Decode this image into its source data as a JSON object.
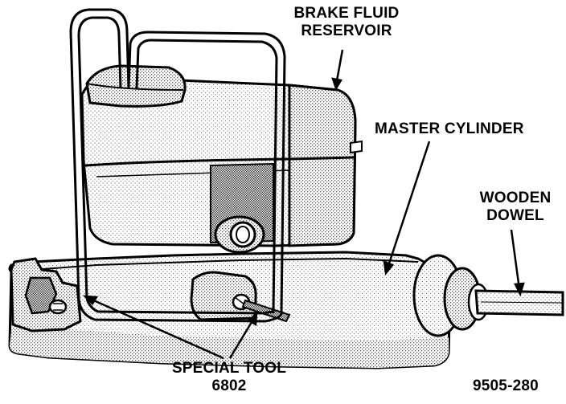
{
  "diagram": {
    "labels": {
      "brake_fluid_reservoir_line1": "BRAKE FLUID",
      "brake_fluid_reservoir_line2": "RESERVOIR",
      "master_cylinder": "MASTER CYLINDER",
      "wooden_dowel_line1": "WOODEN",
      "wooden_dowel_line2": "DOWEL",
      "special_tool_line1": "SPECIAL TOOL",
      "special_tool_line2": "6802",
      "figure_number": "9505-280"
    },
    "colors": {
      "ink": "#000000",
      "shade": "#9a9a9a",
      "paper": "#ffffff"
    }
  }
}
